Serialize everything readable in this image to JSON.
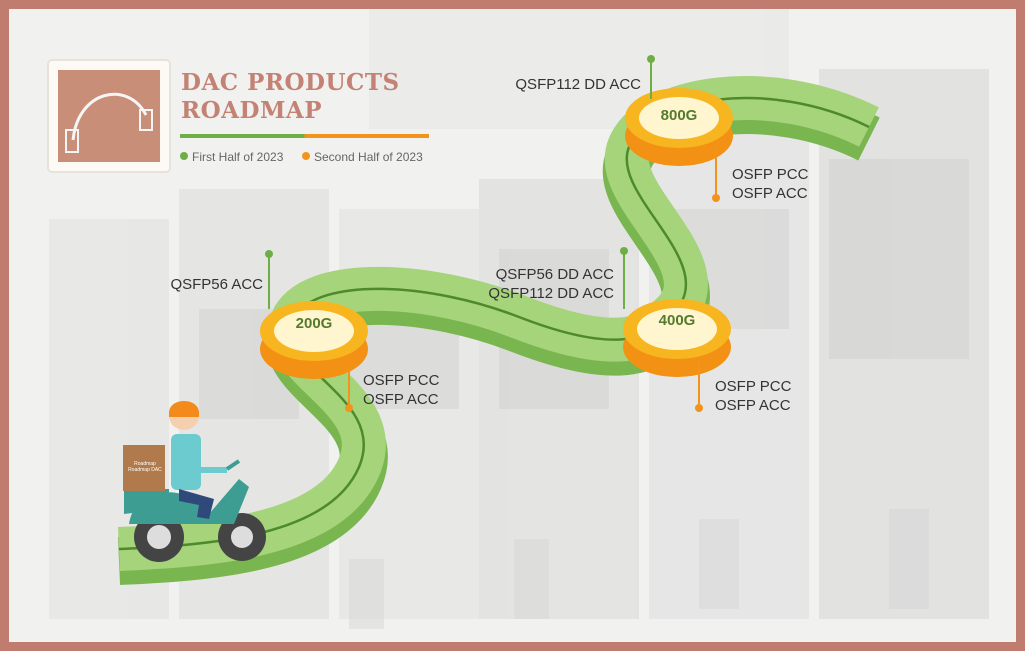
{
  "title": {
    "line1": "DAC PRODUCTS",
    "line2": "ROADMAP"
  },
  "legend": {
    "first": "First Half of 2023",
    "second": "Second Half of 2023",
    "colors": {
      "first": "#6fae46",
      "second": "#f2941c"
    }
  },
  "milestones": [
    {
      "speed": "200G",
      "first_half": [
        "QSFP56 ACC"
      ],
      "second_half": [
        "OSFP PCC",
        "OSFP ACC"
      ]
    },
    {
      "speed": "400G",
      "first_half": [
        "QSFP56 DD ACC",
        "QSFP112 DD ACC"
      ],
      "second_half": [
        "OSFP PCC",
        "OSFP ACC"
      ]
    },
    {
      "speed": "800G",
      "first_half": [
        "QSFP112 DD ACC"
      ],
      "second_half": [
        "OSFP PCC",
        "OSFP ACC"
      ]
    }
  ],
  "box_label": {
    "line1": "Roadmap",
    "line2": "Roadmap DAC"
  },
  "colors": {
    "road": "#a5d47b",
    "road_side": "#79b64f",
    "disk_top": "#fff3c4",
    "disk_ring": "#f7b520",
    "frame": "#c07c6e"
  }
}
